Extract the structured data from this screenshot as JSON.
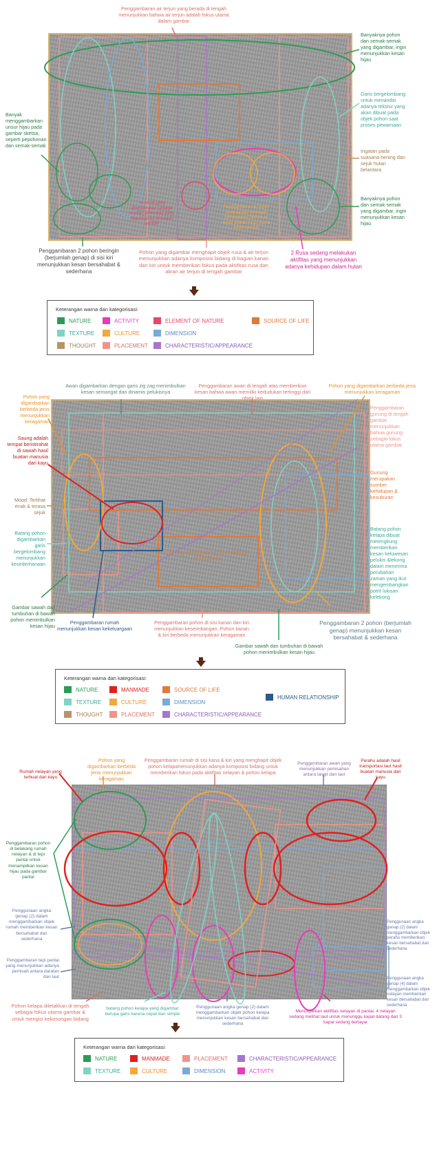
{
  "colors": {
    "nature": "#2e9a55",
    "texture": "#7fd4c4",
    "thought": "#b8946a",
    "activity": "#e83cb8",
    "culture": "#f2a83a",
    "placement": "#f0948a",
    "element_of_nature": "#e8466a",
    "dimension": "#7aaad6",
    "characteristic": "#a676cc",
    "source_of_life": "#e07a3a",
    "manmade": "#e01f1f",
    "human_relationship": "#2d5a8a",
    "arrow": "#5a2a14"
  },
  "panel1": {
    "top_note": "Penggambaran air terjun yang berada di tengah menunjukkan bahwa air terjun adalah fokus utama dalam gambar",
    "left_note": "Banyak menggambarkan unsur hijau pada gambar sketsa, seperti pepohonan dan semak-semak",
    "right_notes": [
      {
        "text": "Banyaknya pohon dan semak-semak yang digambar, ingin menunjukkan kesan hijau",
        "color": "#2e7a4a"
      },
      {
        "text": "Garis bergelombang untuk menandai adanya tekstur yang akan dibuat pada objek pohon saat proses pewarnaan",
        "color": "#3aa89a"
      },
      {
        "text": "Ingatan pada suasana hening dan sejuk hutan belantara",
        "color": "#a07c4e"
      },
      {
        "text": "Banyaknya pohon dan semak-semak yang digambar, ingin menunjukkan kesan hijau",
        "color": "#2e7a4a"
      }
    ],
    "bottom_left_note": "Penggambaran 2 pohon beringin (berjumlah genap) di sisi kiri menunjukkan kesan bersahabat & sederhana",
    "bottom_center_note": "Pohon yang digambar menghapit objek rusa & air terjun menunjukkan adanya komposisi bidang di bagian kanan dan kiri untuk memberikan fokus pada aktifitas rusa dan aliran air terjun di tengah gambar",
    "bottom_right_note": "2 Rusa sedang melakukan aktifitas yang menunjukkan adanya kehidupan dalam hutan",
    "overlay_note_red": "Air terjun yang dilambangkan sebagai sumber kehidupan yang digambarkan di tengah gambar",
    "overlay_note_orange": "Penggambaran air terjun yang berada di tengah menunjukkan bahwa air terjun adalah fokus utama dalam gambar",
    "legend": {
      "title": "Keterangan warna dan kategorisasi:",
      "items": [
        {
          "label": "NATURE",
          "color": "#2e9a55"
        },
        {
          "label": "ACTIVITY",
          "color": "#e83cb8"
        },
        {
          "label": "ELEMENT OF NATURE",
          "color": "#e8466a"
        },
        {
          "label": "SOURCE OF LIFE",
          "color": "#e07a3a"
        },
        {
          "label": "TEXTURE",
          "color": "#7fd4c4"
        },
        {
          "label": "CULTURE",
          "color": "#f2a83a"
        },
        {
          "label": "DIMENSION",
          "color": "#7aaad6"
        },
        {
          "label": "THOUGHT",
          "color": "#b8946a"
        },
        {
          "label": "PLACEMENT",
          "color": "#f0948a"
        },
        {
          "label": "CHARACTERISTIC/APPEARANCE",
          "color": "#a676cc"
        }
      ]
    }
  },
  "panel2": {
    "top_notes": [
      "Awan digambarkan dengan garis zig zag menimbulkan kesan semangat dan dinamis pelukisnya",
      "Penggambaran awan di tengah atas memberikan kesan bahwa awan memiliki kedudukan tertinggi dari objek lain",
      "Pohon yang digambarkan berbeda jenis menunjukkan keragaman"
    ],
    "left_notes": [
      {
        "text": "Pohon yang digambarkan berbeda jenis menunjukkan keragaman",
        "color": "#e8902a"
      },
      {
        "text": "Saung adalah tempat beristirahat di sawah hasil buatan manusia dari kayu",
        "color": "#c01818"
      },
      {
        "text": "Mood: Terlihat enak & terasa sejuk",
        "color": "#a07c4e"
      },
      {
        "text": "Batang pohon digambarkan garis bergelombang menunjukkan kesederhanaan",
        "color": "#3aa89a"
      },
      {
        "text": "Gambar sawah dan tumbuhan di bawah pohon menimbulkan kesan hijau",
        "color": "#2e7a4a"
      }
    ],
    "right_notes": [
      {
        "text": "Penggambaran gunung di tengah gambar menunjukkan bahwa gunung sebagai fokus utama gambar",
        "color": "#f0948a"
      },
      {
        "text": "Gunung merupakan sumber kehidupan & kesuburan",
        "color": "#e07a3a"
      },
      {
        "text": "Batang pohon kelapa dibuat melengkung memberikan kesan keluwesan pelukis &lekong dalam menerima perubahan zaman yang ikut mengembangkan potrit lukisan kelekong",
        "color": "#3aa89a"
      }
    ],
    "bottom_notes": [
      "Penggambaran rumah menunjukkan kesan kekeluargaan",
      "Penggambaran pohon di sisi kanan dan kiri menunjukkan keseimbangan. Pohon kanan & kiri berbeda menunjukkan keragaman",
      "Gambar sawah dan tumbuhan di bawah pohon menimbulkan kesan hijau",
      "Penggambaran 2 pohon (berjumlah genap) menunjukkan kesan bersahabat & sederhana"
    ],
    "overlay_note_orange": "Gunung merupakan sumber kehidupan & kesuburan",
    "legend": {
      "title": "Keterangan warna dan kategorisasi:",
      "items": [
        {
          "label": "NATURE",
          "color": "#2e9a55"
        },
        {
          "label": "MANMADE",
          "color": "#e01f1f"
        },
        {
          "label": "SOURCE OF LIFE",
          "color": "#e07a3a"
        },
        {
          "label": "TEXTURE",
          "color": "#7fd4c4"
        },
        {
          "label": "CULTURE",
          "color": "#f2a83a"
        },
        {
          "label": "DIMENSION",
          "color": "#7aaad6"
        },
        {
          "label": "THOUGHT",
          "color": "#b8946a"
        },
        {
          "label": "PLACEMENT",
          "color": "#f0948a"
        },
        {
          "label": "CHARACTERISTIC/APPEARANCE",
          "color": "#a676cc"
        },
        {
          "label": "HUMAN RELATIONSHIP",
          "color": "#2d5a8a"
        }
      ]
    }
  },
  "panel3": {
    "top_notes": [
      {
        "text": "Rumah nelayan yang terbuat dari kayu",
        "color": "#c01818"
      },
      {
        "text": "Pohon yang digambarkan berbeda jenis menunjukkan keragaman",
        "color": "#e8902a"
      },
      {
        "text": "Penggambaran rumah di sisi kana & kiri yang menghapit objek pohon kelapamenunjukkan adanya komposisi bidang untuk memberikan fokus pada aktifitas nelayan & pohon kelapa",
        "color": "#d9706a"
      },
      {
        "text": "Penggambaran awan yang menunjukkan pemisahan antara langit dan laut",
        "color": "#8a6aa8"
      },
      {
        "text": "Perahu adalah hasil transportasi laut hasil buatan manusia dari kayu",
        "color": "#c01818"
      }
    ],
    "left_notes": [
      {
        "text": "Penggambaran pohon di belakang rumah nelayan & di tepi pantai untuk menampilkan kesan hijau pada gambar pantai",
        "color": "#2e7a4a"
      },
      {
        "text": "Penggunaan angka genap (2) dalam menggambarkan objek rumah memberikan kesan bersahabat dan sederhana",
        "color": "#6a78a8"
      },
      {
        "text": "Penggambaran tepi pantai yang menunjukkan adanya pemisah antara daratan dan laut",
        "color": "#6a78a8"
      }
    ],
    "right_notes": [
      {
        "text": "Penggunaan angka genap (2) dalam menggambarkan objek perahu memberikan kesan bersahabat dan sederhana",
        "color": "#6a78a8"
      },
      {
        "text": "Penggunaan angka genap (4) dalam menggambarkan objek nelayan memberikan kesan bersahabat dan sederhana",
        "color": "#6a78a8"
      }
    ],
    "bottom_notes": [
      {
        "text": "Pohon kelapa diletakkan di tengah sebagai fokus utama gambar & untuk mengisi kekosongan bidang",
        "color": "#d9706a"
      },
      {
        "text": "batang pohon kelapa yang digambar berupa garis karena cepat dan simple",
        "color": "#3aa89a"
      },
      {
        "text": "Penggunaan angka genap (2) dalam menggambarkan objek pohon kelapa menunjukkan kesan bersahabat dan sederhana",
        "color": "#6a78a8"
      },
      {
        "text": "Menunjukkan aktifitas nelayan di pantai. 4 nelayan sedang melihat laut untuk menunggu kapal datang dan 3 kapal sedang berlayar",
        "color": "#d02898"
      }
    ],
    "legend": {
      "title": "Keterangan warna dan kategorisasi:",
      "items": [
        {
          "label": "NATURE",
          "color": "#2e9a55"
        },
        {
          "label": "MANMADE",
          "color": "#e01f1f"
        },
        {
          "label": "PLACEMENT",
          "color": "#f0948a"
        },
        {
          "label": "CHARACTERISTIC/APPEARANCE",
          "color": "#a676cc"
        },
        {
          "label": "TEXTURE",
          "color": "#7fd4c4"
        },
        {
          "label": "CULTURE",
          "color": "#f2a83a"
        },
        {
          "label": "DIMENSION",
          "color": "#7aaad6"
        },
        {
          "label": "ACTIVITY",
          "color": "#e83cb8"
        }
      ]
    }
  }
}
